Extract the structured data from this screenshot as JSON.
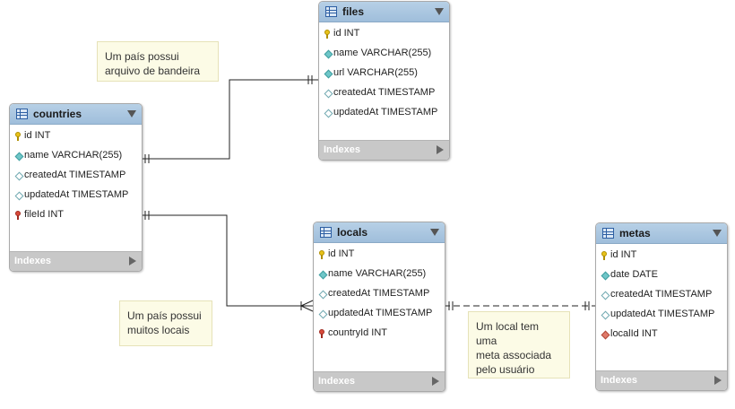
{
  "tables": {
    "countries": {
      "name": "countries",
      "columns": [
        {
          "icon": "primary-key-icon",
          "text": "id INT"
        },
        {
          "icon": "filled-diamond-icon",
          "text": "name VARCHAR(255)"
        },
        {
          "icon": "empty-diamond-icon",
          "text": "createdAt TIMESTAMP"
        },
        {
          "icon": "empty-diamond-icon",
          "text": "updatedAt TIMESTAMP"
        },
        {
          "icon": "foreign-key-icon",
          "text": "fileId INT"
        }
      ],
      "indexes": "Indexes"
    },
    "files": {
      "name": "files",
      "columns": [
        {
          "icon": "primary-key-icon",
          "text": "id INT"
        },
        {
          "icon": "filled-diamond-icon",
          "text": "name VARCHAR(255)"
        },
        {
          "icon": "filled-diamond-icon",
          "text": "url VARCHAR(255)"
        },
        {
          "icon": "empty-diamond-icon",
          "text": "createdAt TIMESTAMP"
        },
        {
          "icon": "empty-diamond-icon",
          "text": "updatedAt TIMESTAMP"
        }
      ],
      "indexes": "Indexes"
    },
    "locals": {
      "name": "locals",
      "columns": [
        {
          "icon": "primary-key-icon",
          "text": "id INT"
        },
        {
          "icon": "filled-diamond-icon",
          "text": "name VARCHAR(255)"
        },
        {
          "icon": "empty-diamond-icon",
          "text": "createdAt TIMESTAMP"
        },
        {
          "icon": "empty-diamond-icon",
          "text": "updatedAt TIMESTAMP"
        },
        {
          "icon": "foreign-key-icon",
          "text": "countryId INT"
        }
      ],
      "indexes": "Indexes"
    },
    "metas": {
      "name": "metas",
      "columns": [
        {
          "icon": "primary-key-icon",
          "text": "id INT"
        },
        {
          "icon": "filled-diamond-icon",
          "text": "date DATE"
        },
        {
          "icon": "empty-diamond-icon",
          "text": "createdAt TIMESTAMP"
        },
        {
          "icon": "empty-diamond-icon",
          "text": "updatedAt TIMESTAMP"
        },
        {
          "icon": "red-diamond-icon",
          "text": "localId INT"
        }
      ],
      "indexes": "Indexes"
    }
  },
  "notes": {
    "files_note": "Um país possui\narquivo de bandeira",
    "locals_note": "Um país possui\nmuitos locais",
    "metas_note": "Um local tem uma\nmeta associada\npelo usuário"
  },
  "colors": {
    "header": "#a9c6e0",
    "indexes_bar": "#c8c8c8",
    "note_bg": "#fcfbe6",
    "line": "#222222"
  }
}
